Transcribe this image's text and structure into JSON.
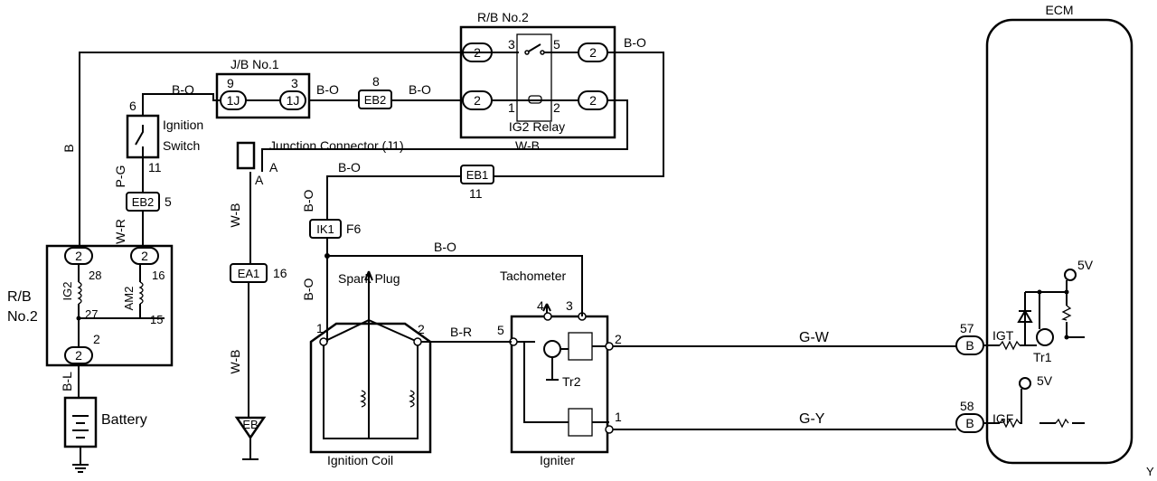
{
  "title": "ECM",
  "rb2_top": {
    "title": "R/B No.2",
    "relay": "IG2 Relay",
    "pins": {
      "p3": "3",
      "p5": "5",
      "p1": "1",
      "p2": "2"
    },
    "conn": "2"
  },
  "jb1": {
    "title": "J/B No.1",
    "conn": "1J",
    "p9": "9",
    "p3": "3"
  },
  "eb2_top": {
    "conn": "EB2",
    "pin": "8"
  },
  "eb1": {
    "conn": "EB1",
    "pin": "11"
  },
  "ik1": {
    "conn": "IK1",
    "pin": "F6"
  },
  "ea1": {
    "conn": "EA1",
    "pin": "16"
  },
  "eb2_left": {
    "conn": "EB2",
    "pin": "5"
  },
  "ignition": {
    "label1": "Ignition",
    "label2": "Switch",
    "p6": "6",
    "p11": "11"
  },
  "junction": {
    "label": "Junction Connector (J1)",
    "a": "A"
  },
  "rb2_left": {
    "title1": "R/B",
    "title2": "No.2",
    "ig2": "IG2",
    "am2": "AM2",
    "p28": "28",
    "p27": "27",
    "p16": "16",
    "p15": "15",
    "p2": "2",
    "conn": "2"
  },
  "battery": {
    "label": "Battery"
  },
  "ground": {
    "label": "EB"
  },
  "coil": {
    "label": "Ignition Coil",
    "spark": "Spark Plug",
    "p1": "1",
    "p2": "2"
  },
  "igniter": {
    "label": "Igniter",
    "tacho": "Tachometer",
    "tr2": "Tr2",
    "p4": "4",
    "p3": "3",
    "p5": "5",
    "p2": "2",
    "p1": "1"
  },
  "ecm": {
    "p57": "57",
    "p58": "58",
    "conn": "B",
    "igt": "IGT",
    "igf": "IGF",
    "tr1": "Tr1",
    "v5a": "5V",
    "v5b": "5V"
  },
  "wires": {
    "bo": "B-O",
    "b": "B",
    "pg": "P-G",
    "wr": "W-R",
    "wb": "W-B",
    "bl": "B-L",
    "br": "B-R",
    "gw": "G-W",
    "gy": "G-Y"
  },
  "corner": "Y"
}
